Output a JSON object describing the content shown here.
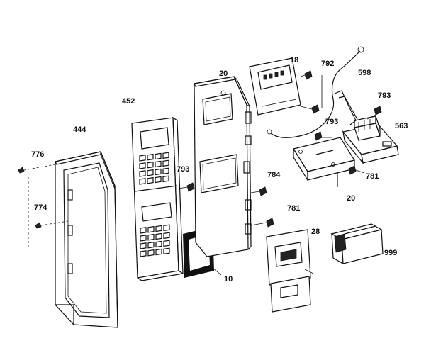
{
  "parts": [
    {
      "id": "door-frame",
      "label": "444"
    },
    {
      "id": "door-screw-top",
      "label": "776"
    },
    {
      "id": "door-screw-mid",
      "label": "774"
    },
    {
      "id": "control-panel-overlay",
      "label": "452"
    },
    {
      "id": "panel-screw",
      "label": "793"
    },
    {
      "id": "window-gasket",
      "label": "10"
    },
    {
      "id": "control-housing",
      "label": "20"
    },
    {
      "id": "housing-screw-upper",
      "label": "784"
    },
    {
      "id": "housing-screw-lower",
      "label": "781"
    },
    {
      "id": "display-board",
      "label": "18"
    },
    {
      "id": "display-screw",
      "label": "792"
    },
    {
      "id": "wire-harness",
      "label": "598"
    },
    {
      "id": "relay-screw-top",
      "label": "793"
    },
    {
      "id": "relay-screw-mid",
      "label": "793"
    },
    {
      "id": "relay-board",
      "label": "563"
    },
    {
      "id": "relay-board-screw",
      "label": "781"
    },
    {
      "id": "bracket",
      "label": "20"
    },
    {
      "id": "sub-board",
      "label": "28"
    },
    {
      "id": "parts-package",
      "label": "999"
    }
  ]
}
